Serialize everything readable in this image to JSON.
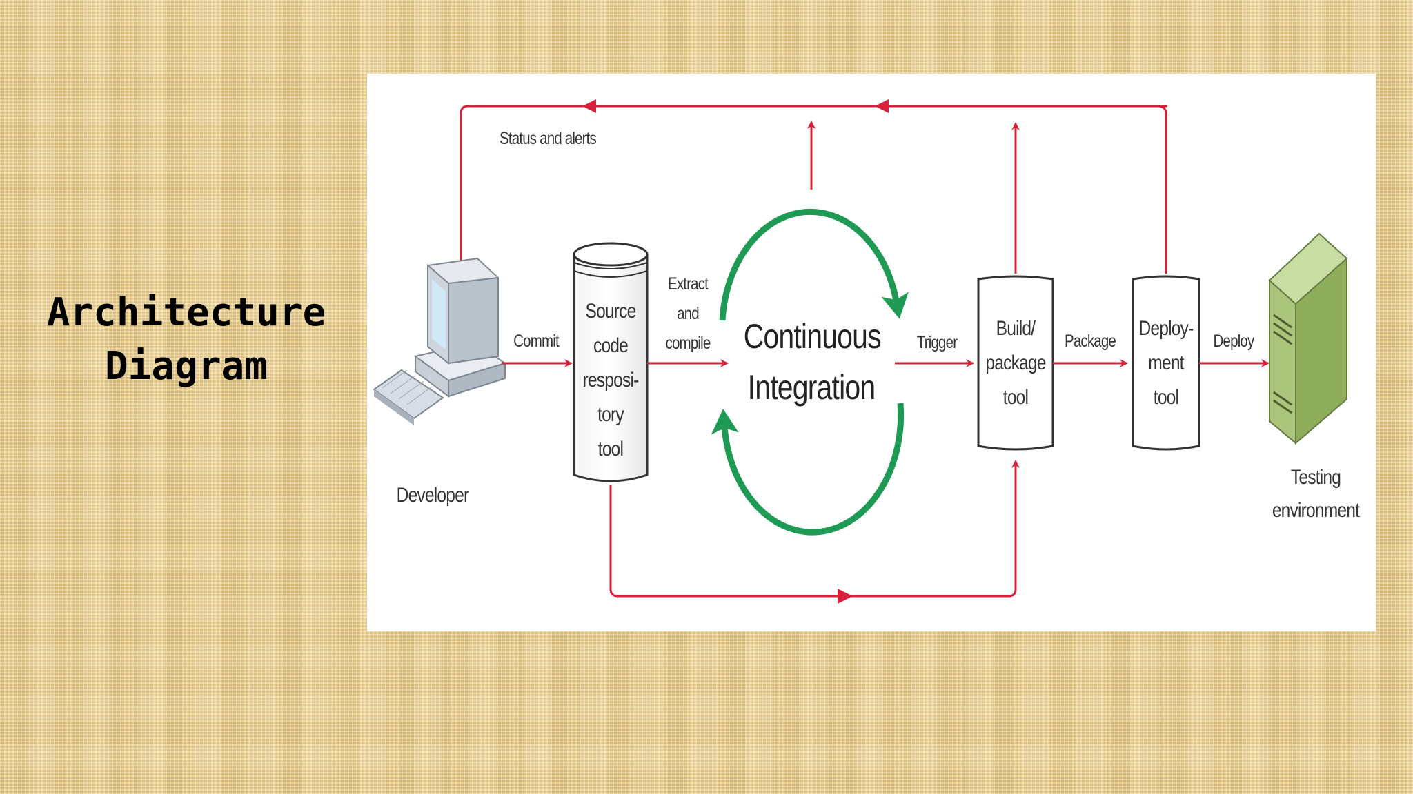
{
  "slide": {
    "title_line1": "Architecture",
    "title_line2": "Diagram"
  },
  "diagram": {
    "status_label": "Status and alerts",
    "developer_label": "Developer",
    "commit_label": "Commit",
    "repo_lines": [
      "Source",
      "code",
      "resposi-",
      "tory",
      "tool"
    ],
    "extract_lines": [
      "Extract",
      "and",
      "compile"
    ],
    "ci_lines": [
      "Continuous",
      "Integration"
    ],
    "trigger_label": "Trigger",
    "build_lines": [
      "Build/",
      "package",
      "tool"
    ],
    "package_label": "Package",
    "deploy_tool_lines": [
      "Deploy-",
      "ment",
      "tool"
    ],
    "deploy_label": "Deploy",
    "testing_lines": [
      "Testing",
      "environment"
    ],
    "colors": {
      "arrow": "#d8203a",
      "cycle": "#1f9a55",
      "server": "#9cbf6a"
    }
  }
}
